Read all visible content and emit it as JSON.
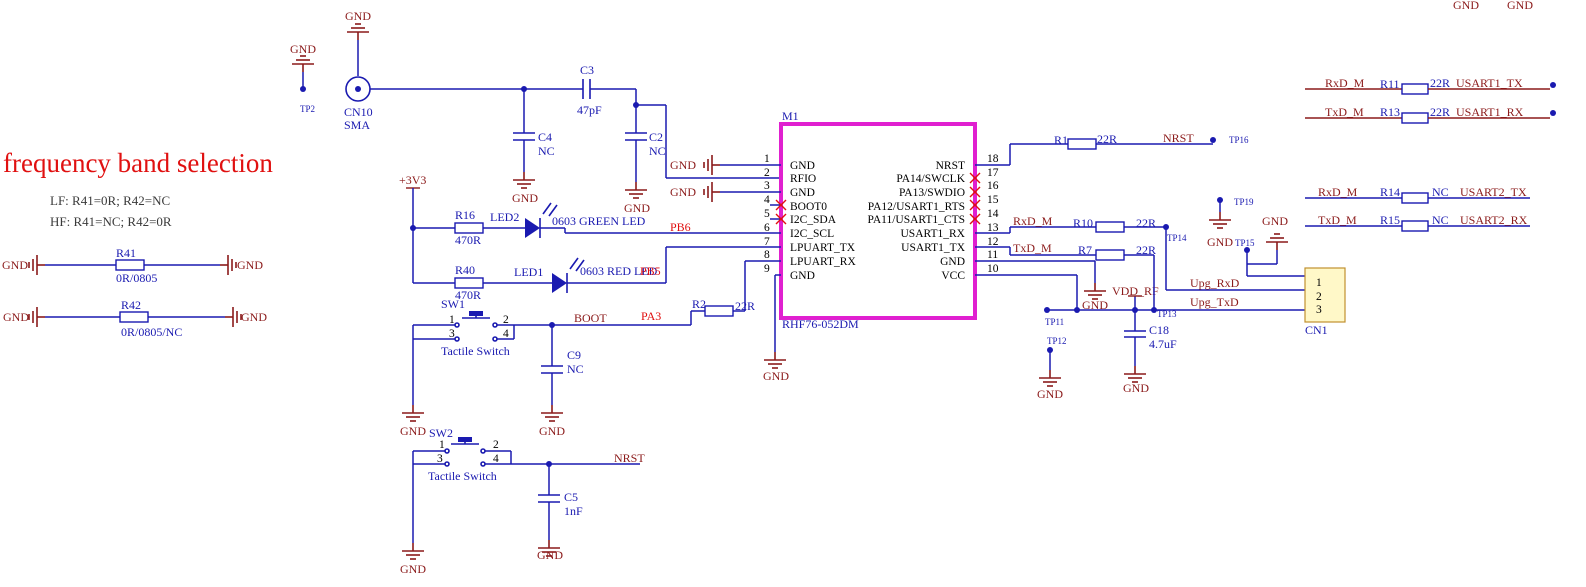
{
  "title": "frequency band selection",
  "notes": {
    "lf": "LF: R41=0R; R42=NC",
    "hf": "HF: R41=NC; R42=0R"
  },
  "module": {
    "designator": "M1",
    "part": "RHF76-052DM",
    "left_pins": [
      {
        "num": "1",
        "name": "GND"
      },
      {
        "num": "2",
        "name": "RFIO"
      },
      {
        "num": "3",
        "name": "GND"
      },
      {
        "num": "4",
        "name": "BOOT0"
      },
      {
        "num": "5",
        "name": "I2C_SDA"
      },
      {
        "num": "6",
        "name": "I2C_SCL"
      },
      {
        "num": "7",
        "name": "LPUART_TX"
      },
      {
        "num": "8",
        "name": "LPUART_RX"
      },
      {
        "num": "9",
        "name": "GND"
      }
    ],
    "right_pins": [
      {
        "num": "18",
        "name": "NRST"
      },
      {
        "num": "17",
        "name": "PA14/SWCLK"
      },
      {
        "num": "16",
        "name": "PA13/SWDIO"
      },
      {
        "num": "15",
        "name": "PA12/USART1_RTS"
      },
      {
        "num": "14",
        "name": "PA11/USART1_CTS"
      },
      {
        "num": "13",
        "name": "USART1_RX"
      },
      {
        "num": "12",
        "name": "USART1_TX"
      },
      {
        "num": "11",
        "name": "GND"
      },
      {
        "num": "10",
        "name": "VCC"
      }
    ]
  },
  "components": {
    "cn10": {
      "ref": "CN10",
      "value": "SMA"
    },
    "c3": {
      "ref": "C3",
      "value": "47pF"
    },
    "c4": {
      "ref": "C4",
      "value": "NC"
    },
    "c2": {
      "ref": "C2",
      "value": "NC"
    },
    "r16": {
      "ref": "R16",
      "value": "470R"
    },
    "r40": {
      "ref": "R40",
      "value": "470R"
    },
    "led2": {
      "ref": "LED2",
      "value": "0603 GREEN LED"
    },
    "led1": {
      "ref": "LED1",
      "value": "0603 RED LED"
    },
    "sw1": {
      "ref": "SW1",
      "value": "Tactile Switch",
      "pins": [
        "1",
        "2",
        "3",
        "4"
      ]
    },
    "sw2": {
      "ref": "SW2",
      "value": "Tactile Switch",
      "pins": [
        "1",
        "2",
        "3",
        "4"
      ]
    },
    "r2": {
      "ref": "R2",
      "value": "22R"
    },
    "c9": {
      "ref": "C9",
      "value": "NC"
    },
    "c5": {
      "ref": "C5",
      "value": "1nF"
    },
    "r41": {
      "ref": "R41",
      "value": "0R/0805"
    },
    "r42": {
      "ref": "R42",
      "value": "0R/0805/NC"
    },
    "r1": {
      "ref": "R1",
      "value": "22R"
    },
    "r10": {
      "ref": "R10",
      "value": "22R"
    },
    "r7": {
      "ref": "R7",
      "value": "22R"
    },
    "c18": {
      "ref": "C18",
      "value": "4.7uF"
    },
    "cn1": {
      "ref": "CN1",
      "pins": [
        "1",
        "2",
        "3"
      ]
    },
    "r11": {
      "ref": "R11",
      "value": "22R"
    },
    "r13": {
      "ref": "R13",
      "value": "22R"
    },
    "r14": {
      "ref": "R14",
      "value": "NC"
    },
    "r15": {
      "ref": "R15",
      "value": "NC"
    }
  },
  "nets": {
    "gnd": "GND",
    "v33": "+3V3",
    "vdd_rf": "VDD_RF",
    "pb6": "PB6",
    "pb5": "PB5",
    "boot": "BOOT",
    "pa3": "PA3",
    "nrst": "NRST",
    "rxd_m": "RxD_M",
    "txd_m": "TxD_M",
    "upg_rxd": "Upg_RxD",
    "upg_txd": "Upg_TxD",
    "usart1_tx": "USART1_TX",
    "usart1_rx": "USART1_RX",
    "usart2_tx": "USART2_TX",
    "usart2_rx": "USART2_RX"
  },
  "test_points": [
    "TP2",
    "TP16",
    "TP19",
    "TP15",
    "TP14",
    "TP13",
    "TP11",
    "TP12"
  ],
  "colors": {
    "wire": "#1a1ab0",
    "power": "#8b1a1a",
    "net_label_red": "#e01010",
    "module_outline": "#e020d0",
    "connector_fill": "#fff8c8"
  }
}
